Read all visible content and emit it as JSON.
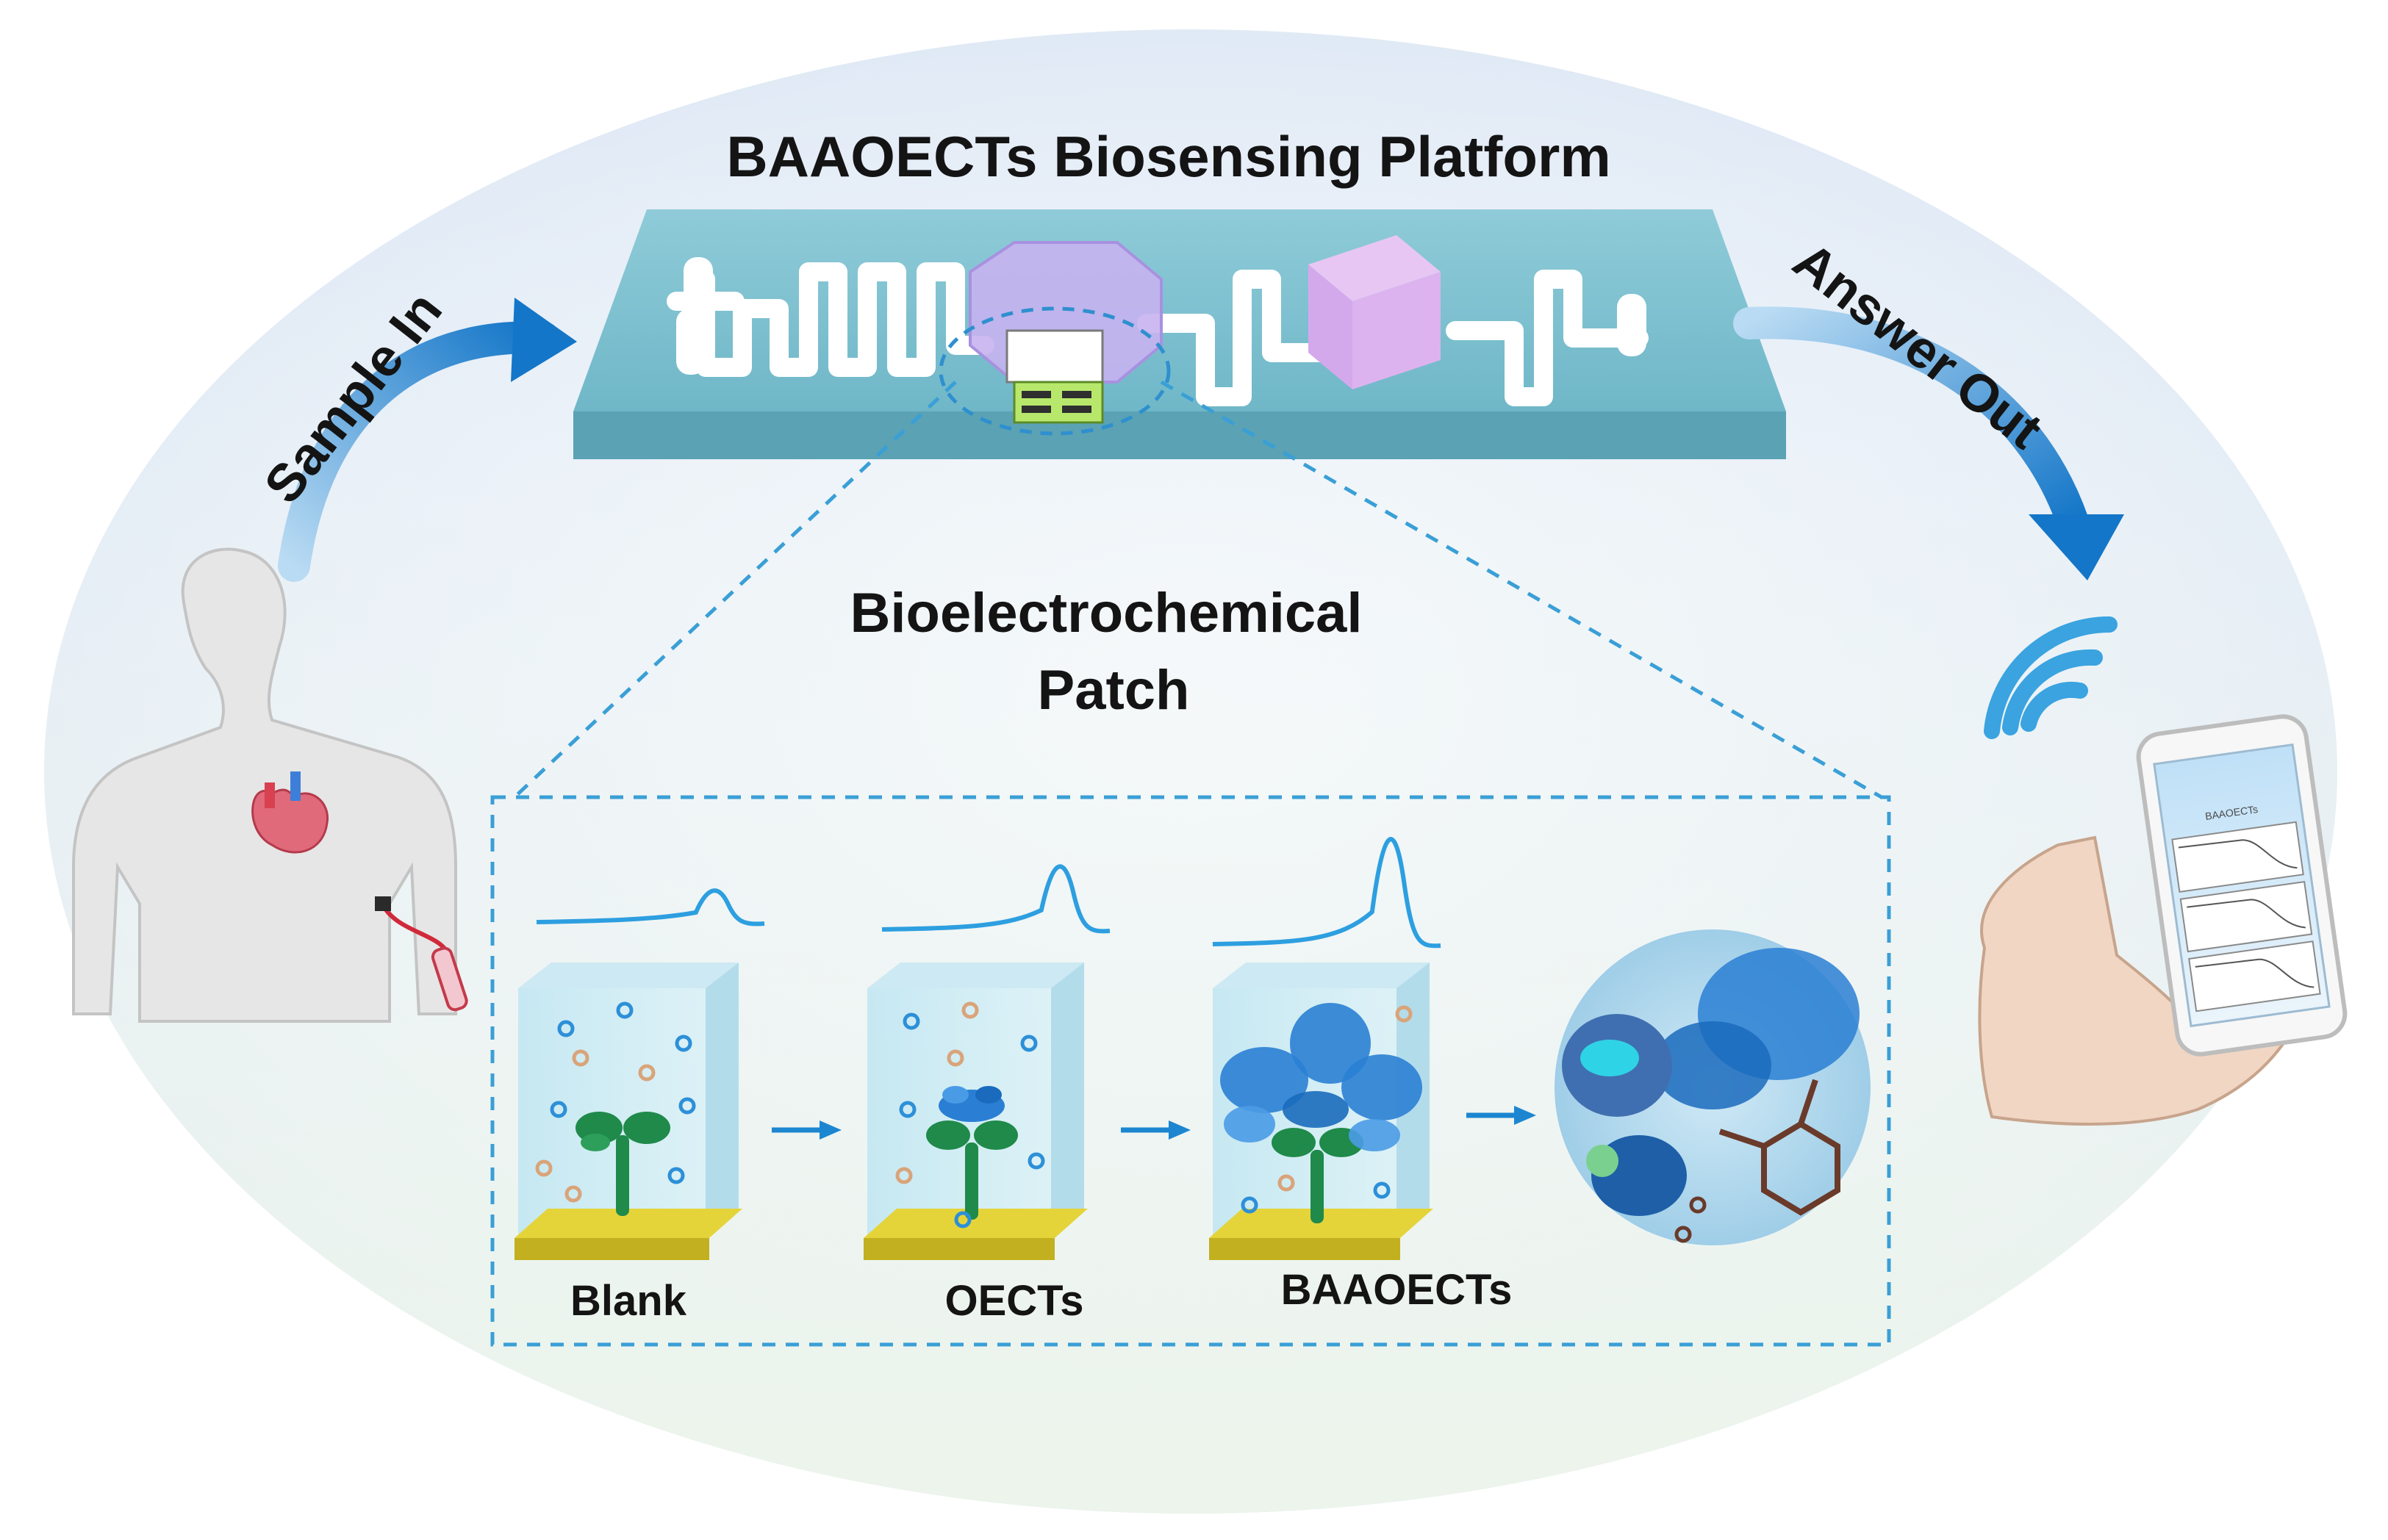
{
  "platform_title": "BAAOECTs Biosensing Platform",
  "sample_in": "Sample In",
  "answer_out": "Answer Out",
  "patch_title_line1": "Bioelectrochemical",
  "patch_title_line2": "Patch",
  "stages": [
    {
      "label": "Blank",
      "relative_peak": 0.3
    },
    {
      "label": "OECTs",
      "relative_peak": 0.6
    },
    {
      "label": "BAAOECTs",
      "relative_peak": 1.0
    }
  ],
  "phone": {
    "header": "BAAOECTs",
    "curve_count": 3
  },
  "colors": {
    "background_ellipse": "#e4edf8",
    "chip": "#7bc0cf",
    "channel": "#ffffff",
    "chamber": "#c9a6ea",
    "arrow": "#1c86d1",
    "dashed_outline": "#3a9fd6",
    "electrode": "#d9c523",
    "antibody": "#1f8a4a",
    "protein": "#2a7fd4",
    "signal_trace": "#2d9fe0"
  }
}
